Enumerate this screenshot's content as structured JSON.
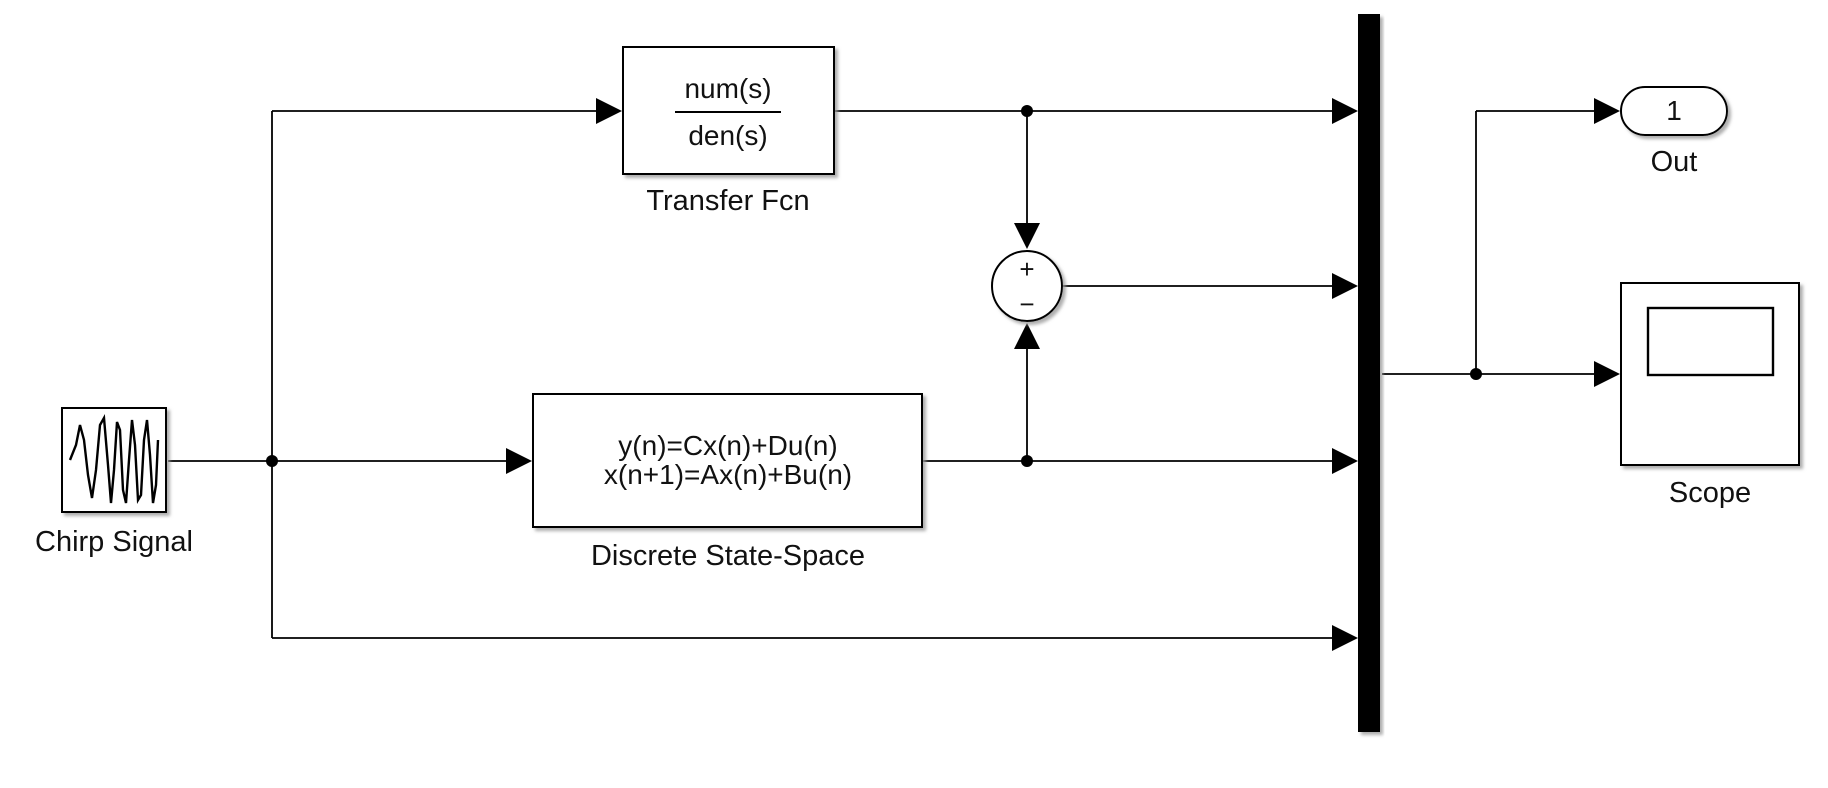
{
  "colors": {
    "line": "#000000",
    "block_fill": "#ffffff",
    "block_shadow": "#b8b8b8"
  },
  "blocks": {
    "chirp": {
      "label": "Chirp Signal",
      "icon": "chirp-wave-icon"
    },
    "transfer_fcn": {
      "label": "Transfer Fcn",
      "numerator": "num(s)",
      "denominator": "den(s)"
    },
    "state_space": {
      "label": "Discrete State-Space",
      "line1": "y(n)=Cx(n)+Du(n)",
      "line2": "x(n+1)=Ax(n)+Bu(n)"
    },
    "sum": {
      "plus": "+",
      "minus": "−"
    },
    "mux": {
      "label": ""
    },
    "outport": {
      "label": "Out",
      "number": "1"
    },
    "scope": {
      "label": "Scope",
      "icon": "scope-screen-icon"
    }
  }
}
